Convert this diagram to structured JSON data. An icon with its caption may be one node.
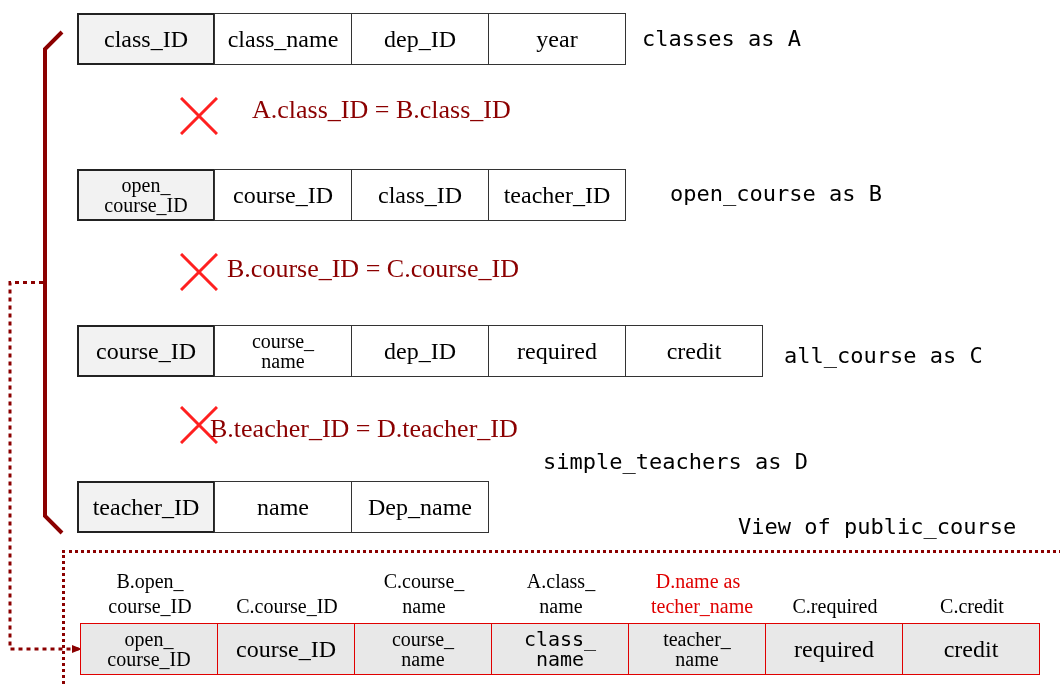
{
  "diagram": {
    "nodes": [
      {
        "text": [
          "class_ID",
          "class_name",
          "dep_ID",
          "year"
        ],
        "beside": [
          "classes as A"
        ]
      },
      {
        "text": [
          "open_ course_ID",
          "course_ID",
          "class_ID",
          "teacher_ID"
        ],
        "beside": [
          "open_course as B"
        ]
      },
      {
        "text": [
          "course_ID",
          "course_ name",
          "dep_ID",
          "required",
          "credit"
        ],
        "beside": [
          "all_course as C"
        ]
      },
      {
        "text": [
          "teacher_ID",
          "name",
          "Dep_name"
        ],
        "beside": [
          "simple_teachers as D"
        ]
      },
      {
        "text": [],
        "shape": "bracket"
      },
      {
        "text": [
          "View of public_course"
        ]
      },
      {
        "text": [
          "open_ course_ID",
          "course_ID",
          "course_ name",
          "class_ name",
          "teacher_ name",
          "required",
          "credit"
        ],
        "beside": [
          "B.open_ course_ID",
          "C.course_ID",
          "C.course_ name",
          "A.class_ name",
          "D.name as techer_name",
          "C.required",
          "C.credit"
        ],
        "in": 5
      }
    ],
    "edges": [
      {
        "from": 4,
        "to": 6,
        "arrow": "to",
        "style": "dashed"
      }
    ],
    "labels": [
      "A.class_ID = B.class_ID",
      "B.course_ID = C.course_ID",
      "B.teacher_ID = D.teacher_ID"
    ]
  }
}
